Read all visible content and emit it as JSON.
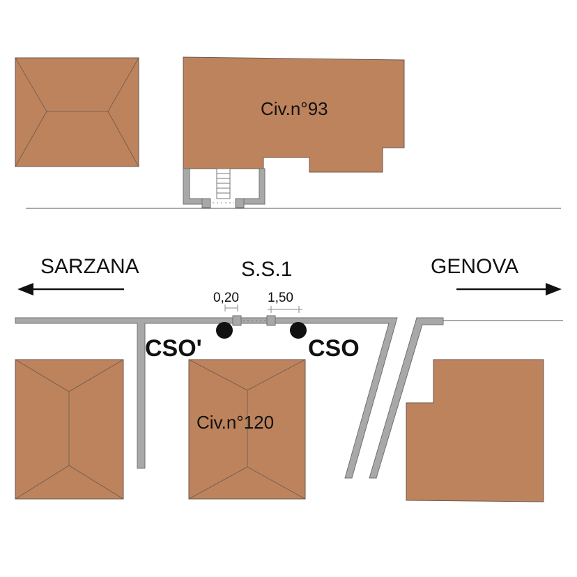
{
  "labels": {
    "civ93": "Civ.n°93",
    "civ120": "Civ.n°120",
    "west": "SARZANA",
    "east": "GENOVA",
    "road": "S.S.1",
    "dim_left": "0,20",
    "dim_right": "1,50",
    "cso_prime": "CSO'",
    "cso": "CSO"
  },
  "colors": {
    "building": "#bd835d",
    "wall": "#a8a8a8",
    "marker": "#111111"
  }
}
